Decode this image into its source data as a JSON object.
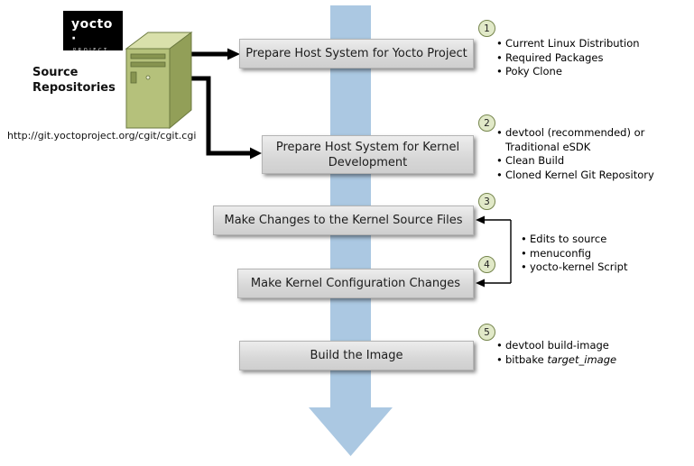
{
  "logo": {
    "title": "yocto ·",
    "subtitle": "PROJECT"
  },
  "source": {
    "label_line1": "Source",
    "label_line2": "Repositories",
    "url": "http://git.yoctoproject.org/cgit/cgit.cgi"
  },
  "steps": [
    {
      "number": "1",
      "label": "Prepare Host System for Yocto Project",
      "bullets": [
        "Current Linux Distribution",
        "Required Packages",
        "Poky Clone"
      ]
    },
    {
      "number": "2",
      "label": "Prepare Host System for Kernel Development",
      "bullets": [
        "devtool (recommended) or Traditional eSDK",
        "Clean Build",
        "Cloned Kernel Git Repository"
      ]
    },
    {
      "number": "3",
      "label": "Make Changes to the Kernel Source Files"
    },
    {
      "number": "4",
      "label": "Make Kernel Configuration Changes"
    },
    {
      "number": "5",
      "label": "Build the Image",
      "bullets": [
        "devtool build-image"
      ],
      "bitbake": {
        "prefix": "bitbake ",
        "emph": "target_image"
      }
    }
  ],
  "shared_bullets": [
    "Edits to source",
    "menuconfig",
    "yocto-kernel Script"
  ],
  "colors": {
    "arrow_blue": "#abc8e2",
    "connector_black": "#000000",
    "step_circle_fill": "#e1e9c8",
    "step_circle_border": "#75854c",
    "server_front": "#b5c17b",
    "server_top": "#d9e0ab",
    "server_side": "#929f58",
    "logo_bg": "#000000"
  }
}
